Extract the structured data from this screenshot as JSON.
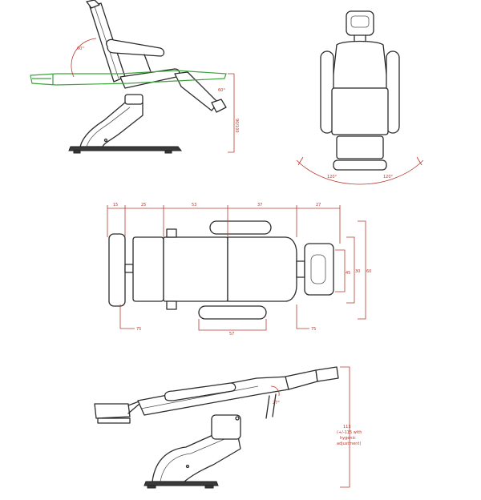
{
  "colors": {
    "outline": "#2b2b2b",
    "dimension": "#b83a2e",
    "recline_overlay": "#3da33d",
    "background": "#ffffff"
  },
  "side_view_seated": {
    "angle_label": "60°",
    "leg_angle_label": "60°",
    "height_label": "90/100"
  },
  "top_view_rotation": {
    "left_label": "120°",
    "right_label": "120°"
  },
  "top_view_flat": {
    "top_dims": [
      "15",
      "25",
      "53",
      "37",
      "27"
    ],
    "bottom_left": "75",
    "bottom_mid": "57",
    "bottom_right": "75",
    "right_dims": [
      "45",
      "30",
      "60"
    ]
  },
  "side_view_flat": {
    "angle_label": "27°",
    "height_label": "113",
    "height_note_1": "(+/-115 with",
    "height_note_2": "hygenic",
    "height_note_3": "adjustment)"
  }
}
